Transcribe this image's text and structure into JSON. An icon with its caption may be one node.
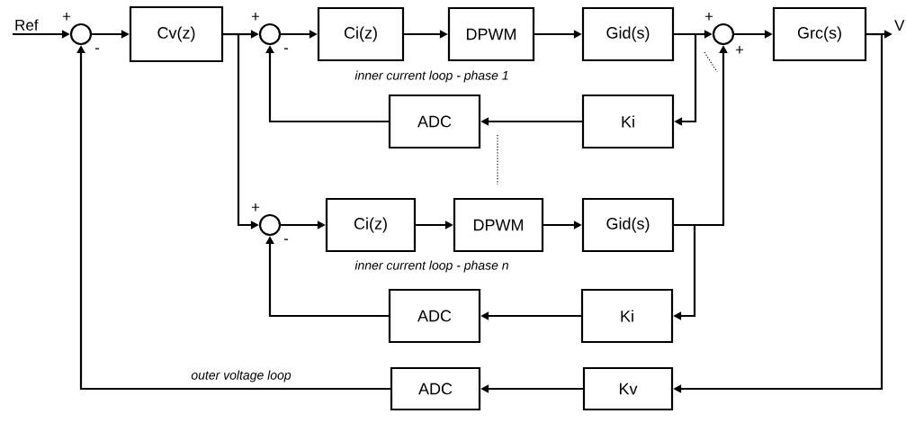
{
  "diagram": {
    "nodes": [
      {
        "text": [
          "Ref"
        ]
      },
      {
        "text": [],
        "shape": "circle",
        "beside": [
          "+",
          "-"
        ]
      },
      {
        "text": [
          "Cv(z)"
        ]
      },
      {
        "text": [],
        "shape": "circle",
        "beside": [
          "+",
          "-"
        ]
      },
      {
        "text": [
          "Ci(z)"
        ]
      },
      {
        "text": [
          "DPWM"
        ]
      },
      {
        "text": [
          "Gid(s)"
        ]
      },
      {
        "text": [],
        "shape": "circle",
        "beside": [
          "+",
          "+"
        ]
      },
      {
        "text": [
          "Grc(s)"
        ]
      },
      {
        "text": [
          "V"
        ]
      },
      {
        "text": [
          "ADC"
        ]
      },
      {
        "text": [
          "Ki"
        ]
      },
      {
        "text": [],
        "shape": "circle",
        "beside": [
          "+",
          "-"
        ]
      },
      {
        "text": [
          "Ci(z)"
        ]
      },
      {
        "text": [
          "DPWM"
        ]
      },
      {
        "text": [
          "Gid(s)"
        ]
      },
      {
        "text": [
          "ADC"
        ]
      },
      {
        "text": [
          "Ki"
        ]
      },
      {
        "text": [
          "ADC"
        ]
      },
      {
        "text": [
          "Kv"
        ]
      }
    ],
    "edges": [
      {
        "from": 0,
        "to": 1,
        "arrow": "to"
      },
      {
        "from": 1,
        "to": 2,
        "arrow": "to"
      },
      {
        "from": 2,
        "to": 3,
        "arrow": "to"
      },
      {
        "from": 3,
        "to": 4,
        "arrow": "to"
      },
      {
        "from": 4,
        "to": 5,
        "arrow": "to"
      },
      {
        "from": 5,
        "to": 6,
        "arrow": "to"
      },
      {
        "from": 6,
        "to": 7,
        "arrow": "to"
      },
      {
        "from": 7,
        "to": 8,
        "arrow": "to"
      },
      {
        "from": 8,
        "to": 9,
        "arrow": "to"
      },
      {
        "from": 6,
        "to": 11,
        "arrow": "to"
      },
      {
        "from": 11,
        "to": 10,
        "arrow": "to"
      },
      {
        "from": 10,
        "to": 3,
        "arrow": "to"
      },
      {
        "from": 2,
        "to": 12,
        "arrow": "to"
      },
      {
        "from": 12,
        "to": 13,
        "arrow": "to"
      },
      {
        "from": 13,
        "to": 14,
        "arrow": "to"
      },
      {
        "from": 14,
        "to": 15,
        "arrow": "to"
      },
      {
        "from": 15,
        "to": 7,
        "arrow": "to"
      },
      {
        "from": 15,
        "to": 17,
        "arrow": "to"
      },
      {
        "from": 17,
        "to": 16,
        "arrow": "to"
      },
      {
        "from": 16,
        "to": 12,
        "arrow": "to"
      },
      {
        "from": 8,
        "to": 19,
        "arrow": "to"
      },
      {
        "from": 19,
        "to": 18,
        "arrow": "to"
      },
      {
        "from": 18,
        "to": 1,
        "arrow": "to"
      }
    ],
    "labels": [
      "inner current loop - phase 1",
      "inner current loop - phase n",
      "outer voltage loop"
    ]
  }
}
